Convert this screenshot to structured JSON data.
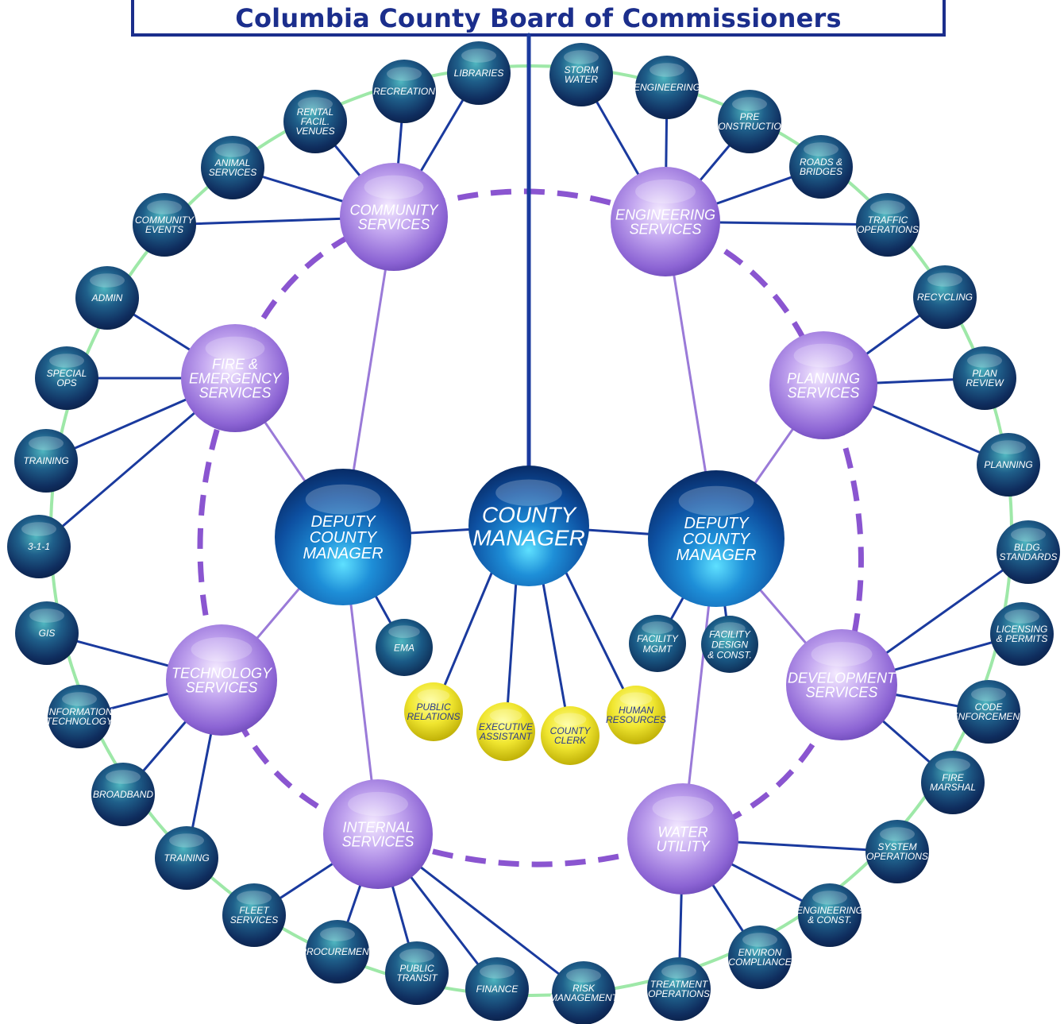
{
  "title": "Columbia County Board of Commissioners",
  "colors": {
    "title_blue": "#1b2e8c",
    "line_blue": "#1a3a9e",
    "line_purple": "#9a7ad8",
    "dashed_purple": "#8a55d0",
    "outer_ring_green": "#9ee8a8",
    "yellow_node": "#e8e020"
  },
  "center": {
    "id": "county-manager",
    "label": "COUNTY\nMANAGER"
  },
  "deputies": [
    {
      "id": "deputy-left",
      "label": "DEPUTY\nCOUNTY\nMANAGER"
    },
    {
      "id": "deputy-right",
      "label": "DEPUTY\nCOUNTY\nMANAGER"
    }
  ],
  "departments": [
    {
      "id": "community-services",
      "label": "COMMUNITY\nSERVICES",
      "reports_to": "deputy-left",
      "children": [
        "COMMUNITY\nEVENTS",
        "ANIMAL\nSERVICES",
        "RENTAL\nFACIL.\nVENUES",
        "RECREATION",
        "LIBRARIES"
      ]
    },
    {
      "id": "engineering-services",
      "label": "ENGINEERING\nSERVICES",
      "reports_to": "deputy-right",
      "children": [
        "STORM\nWATER",
        "ENGINEERING",
        "PRE\nCONSTRUCTION",
        "ROADS &\nBRIDGES",
        "TRAFFIC\nOPERATIONS"
      ]
    },
    {
      "id": "fire-emergency-services",
      "label": "FIRE &\nEMERGENCY\nSERVICES",
      "reports_to": "deputy-left",
      "children": [
        "ADMIN",
        "SPECIAL\nOPS",
        "TRAINING",
        "3-1-1"
      ]
    },
    {
      "id": "planning-services",
      "label": "PLANNING\nSERVICES",
      "reports_to": "deputy-right",
      "children": [
        "RECYCLING",
        "PLAN\nREVIEW",
        "PLANNING"
      ]
    },
    {
      "id": "technology-services",
      "label": "TECHNOLOGY\nSERVICES",
      "reports_to": "deputy-left",
      "children": [
        "GIS",
        "INFORMATION\nTECHNOLOGY",
        "BROADBAND",
        "TRAINING"
      ]
    },
    {
      "id": "development-services",
      "label": "DEVELOPMENT\nSERVICES",
      "reports_to": "deputy-right",
      "children": [
        "BLDG.\nSTANDARDS",
        "LICENSING\n& PERMITS",
        "CODE\nENFORCEMENT",
        "FIRE\nMARSHAL"
      ]
    },
    {
      "id": "internal-services",
      "label": "INTERNAL\nSERVICES",
      "reports_to": "deputy-left",
      "children": [
        "FLEET\nSERVICES",
        "PROCUREMENT",
        "PUBLIC\nTRANSIT",
        "FINANCE",
        "RISK\nMANAGEMENT"
      ]
    },
    {
      "id": "water-utility",
      "label": "WATER\nUTILITY",
      "reports_to": "deputy-right",
      "children": [
        "TREATMENT\nOPERATIONS",
        "ENVIRON\nCOMPLIANCE",
        "ENGINEERING\n& CONST.",
        "SYSTEM\nOPERATIONS"
      ]
    }
  ],
  "direct_small": [
    {
      "id": "ema",
      "label": "EMA",
      "reports_to": "deputy-left"
    },
    {
      "id": "facility-mgmt",
      "label": "FACILITY\nMGMT",
      "reports_to": "deputy-right"
    },
    {
      "id": "facility-design",
      "label": "FACILITY\nDESIGN\n& CONST.",
      "reports_to": "deputy-right"
    }
  ],
  "manager_staff": [
    "PUBLIC\nRELATIONS",
    "EXECUTIVE\nASSISTANT",
    "COUNTY\nCLERK",
    "HUMAN\nRESOURCES"
  ]
}
